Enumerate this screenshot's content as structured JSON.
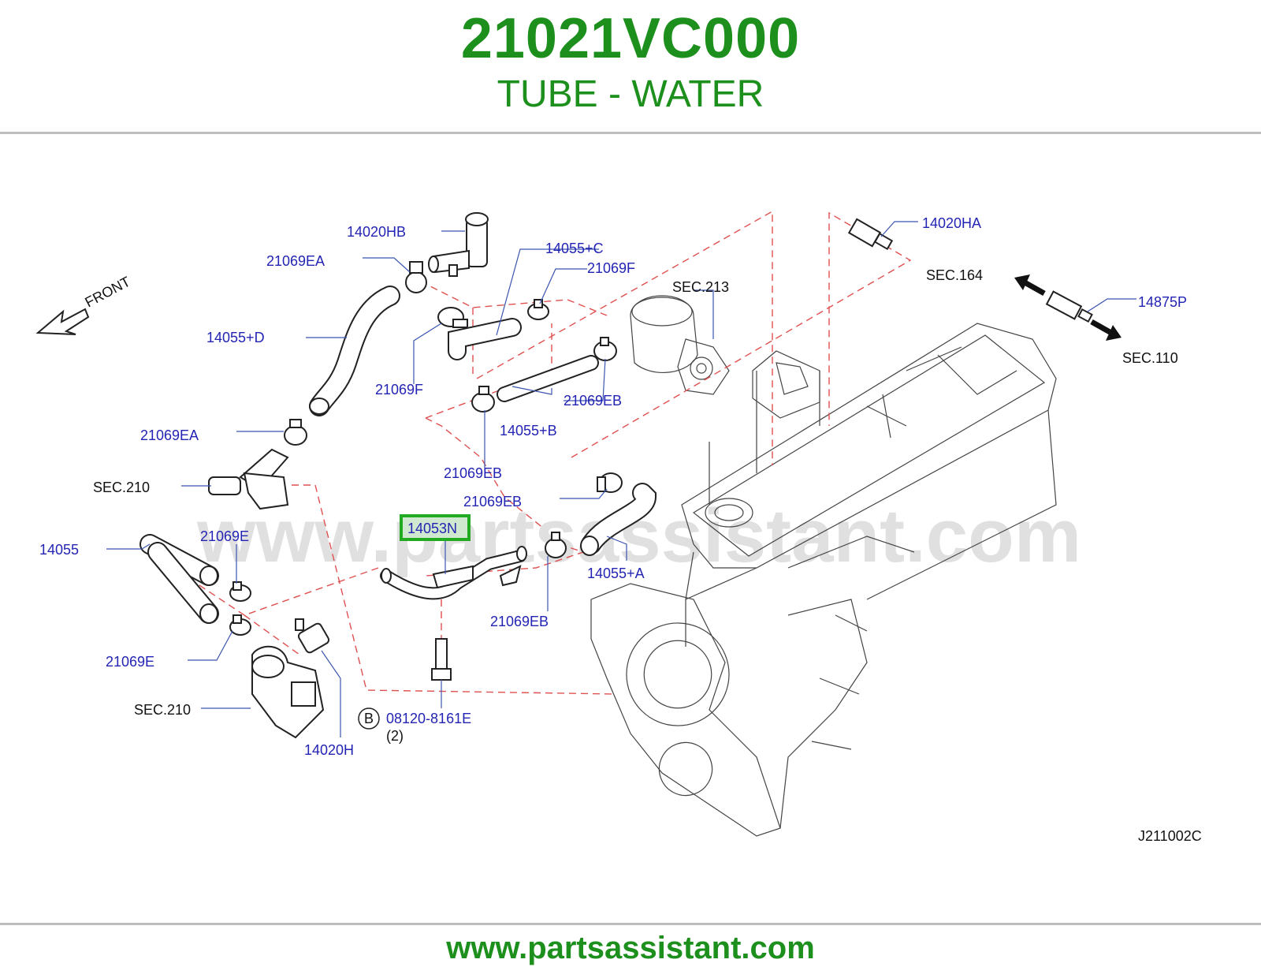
{
  "header": {
    "part_number": "21021VC000",
    "description": "TUBE - WATER"
  },
  "watermark": "www.partsassistant.com",
  "footer": {
    "url": "www.partsassistant.com"
  },
  "diagram_code": "J211002C",
  "front_label": "FRONT",
  "highlight_color": "#22aa22",
  "callouts": {
    "c_14020HB": "14020HB",
    "c_21069EA_top": "21069EA",
    "c_14055C": "14055+C",
    "c_21069F_top": "21069F",
    "c_SEC213": "SEC.213",
    "c_14020HA": "14020HA",
    "c_SEC164": "SEC.164",
    "c_14875P": "14875P",
    "c_SEC110": "SEC.110",
    "c_14055D": "14055+D",
    "c_21069F_mid": "21069F",
    "c_21069EB_top": "21069EB",
    "c_14055B": "14055+B",
    "c_21069EA_mid": "21069EA",
    "c_21069EB_mid": "21069EB",
    "c_SEC210_top": "SEC.210",
    "c_21069EB_low": "21069EB",
    "c_14053N": "14053N",
    "c_14055": "14055",
    "c_21069E_top": "21069E",
    "c_14055A": "14055+A",
    "c_21069EB_bot": "21069EB",
    "c_21069E_bot": "21069E",
    "c_SEC210_bot": "SEC.210",
    "c_B": "B",
    "c_08120": "08120-8161E",
    "c_qty": "(2)",
    "c_14020H": "14020H"
  }
}
